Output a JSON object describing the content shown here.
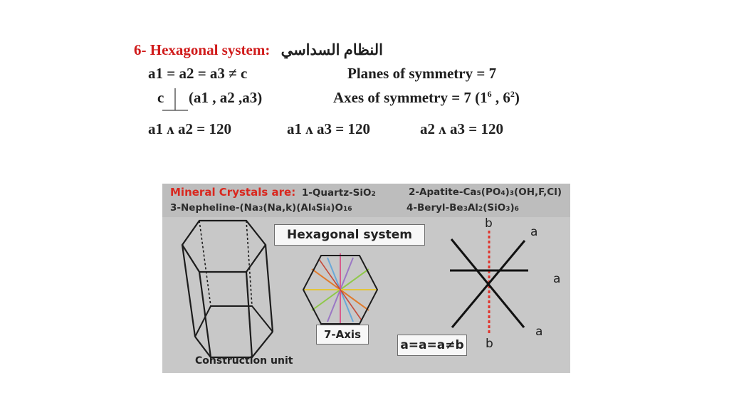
{
  "heading": {
    "title": "6- Hexagonal system:",
    "arabic": "النظام السداسي"
  },
  "lines": {
    "axes_relation": "a1 = a2 = a3 ≠ c",
    "planes": "Planes of symmetry = 7",
    "c_label": "c",
    "perp_axes": "(a1 , a2 ,a3)",
    "axes_prefix": "Axes of symmetry = 7 (1",
    "axes_sup1": "6",
    "axes_mid": " , 6",
    "axes_sup2": "2",
    "axes_suffix": ")",
    "angle1": "a1 ʌ a2 = 120",
    "angle2": "a1 ʌ a3 = 120",
    "angle3": "a2 ʌ a3 = 120"
  },
  "figure": {
    "header": {
      "label": "Mineral Crystals are:",
      "item1": "1-Quartz-SiO",
      "item1_sub": "2",
      "item2_a": "2-Apatite-Ca",
      "item2_sub1": "5",
      "item2_b": "(PO",
      "item2_sub2": "4",
      "item2_c": ")",
      "item2_sub3": "3",
      "item2_d": "(OH,F,Cl)",
      "item3_a": "3-Nepheline-(Na",
      "item3_sub1": "3",
      "item3_b": "(Na,k)(Al",
      "item3_sub2": "4",
      "item3_c": "Si",
      "item3_sub3": "4",
      "item3_d": ")O",
      "item3_sub4": "16",
      "item4_a": "4-Beryl-Be",
      "item4_sub1": "3",
      "item4_b": "Al",
      "item4_sub2": "2",
      "item4_c": "(SiO",
      "item4_sub3": "3",
      "item4_d": ")",
      "item4_sub4": "6"
    },
    "system_box": "Hexagonal system",
    "axis_box": "7-Axis",
    "relation_box": "a=a=a≠b",
    "construction_label": "Construction unit",
    "axis_labels": {
      "b_top": "b",
      "b_bottom": "b",
      "a_top": "a",
      "a_right": "a",
      "a_bottom": "a"
    },
    "colors": {
      "title": "#d01b1b",
      "dashed_axis": "#e0342c",
      "hex_lines": [
        "#e07a2b",
        "#8fc84a",
        "#6aa8d8",
        "#9b78c4",
        "#d85a8c",
        "#e3c43a"
      ]
    }
  }
}
